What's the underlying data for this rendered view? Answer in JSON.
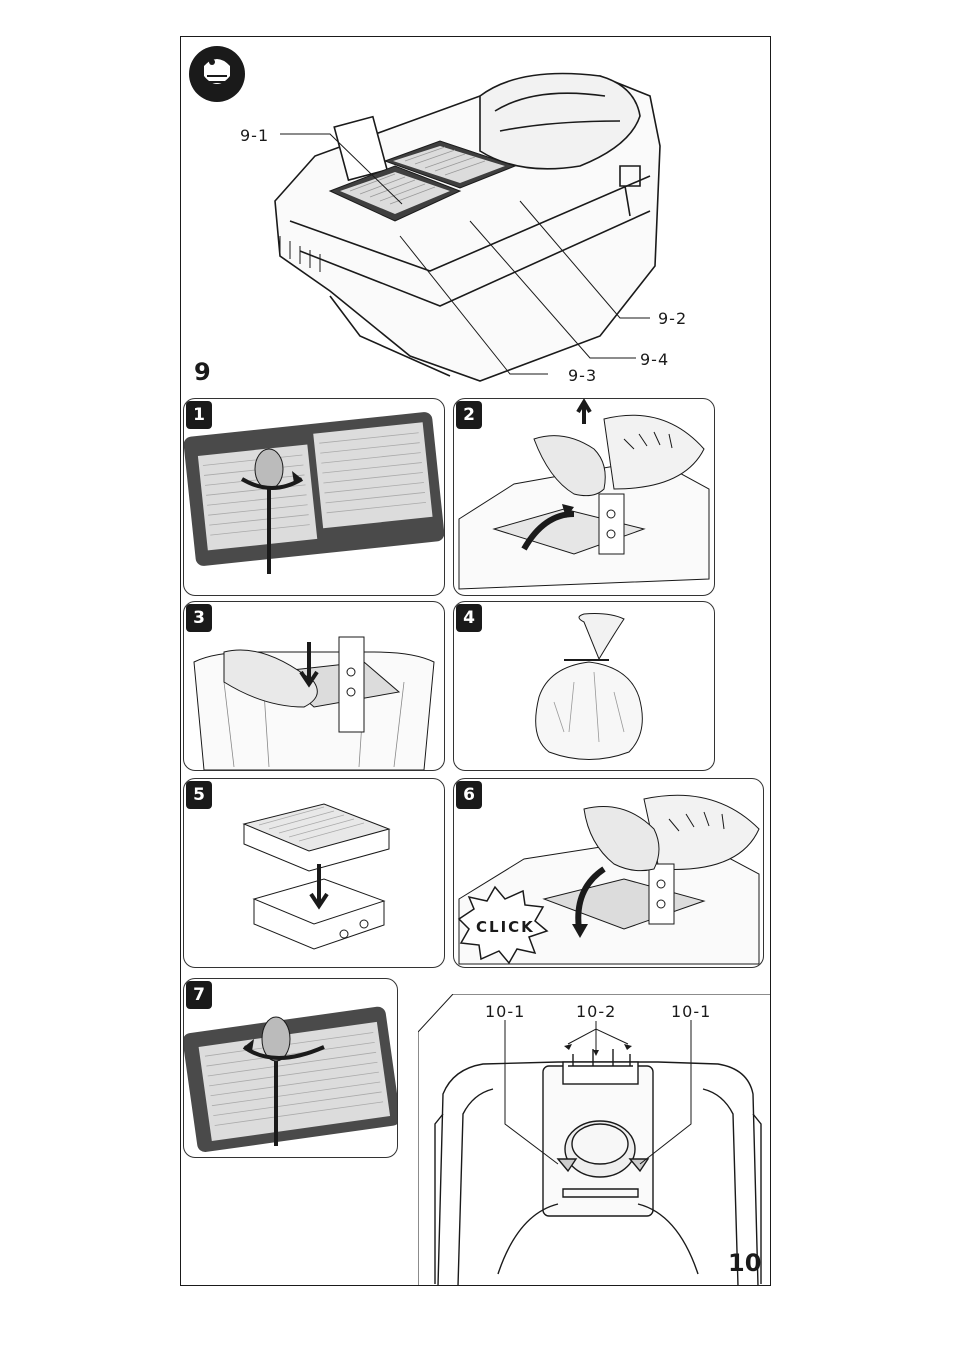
{
  "figure9": {
    "number": "9",
    "callouts": {
      "c91": "9-1",
      "c92": "9-2",
      "c93": "9-3",
      "c94": "9-4"
    },
    "icon": "respirator-mask-icon"
  },
  "steps": [
    {
      "label": "1",
      "icon": "screwdriver-icon"
    },
    {
      "label": "2",
      "icon": "hand-lift-icon"
    },
    {
      "label": "3",
      "icon": "hand-press-icon"
    },
    {
      "label": "4",
      "icon": "disposal-bag-icon"
    },
    {
      "label": "5",
      "icon": "filter-insert-icon"
    },
    {
      "label": "6",
      "icon": "hand-click-icon",
      "click_text": "CLICK"
    },
    {
      "label": "7",
      "icon": "screwdriver-icon"
    }
  ],
  "figure10": {
    "number": "10",
    "callouts": {
      "left": "10-1",
      "middle": "10-2",
      "right": "10-1"
    }
  },
  "colors": {
    "line": "#1a1a1a",
    "tray": "#4a4a4a",
    "filter": "#dcdcdc"
  }
}
